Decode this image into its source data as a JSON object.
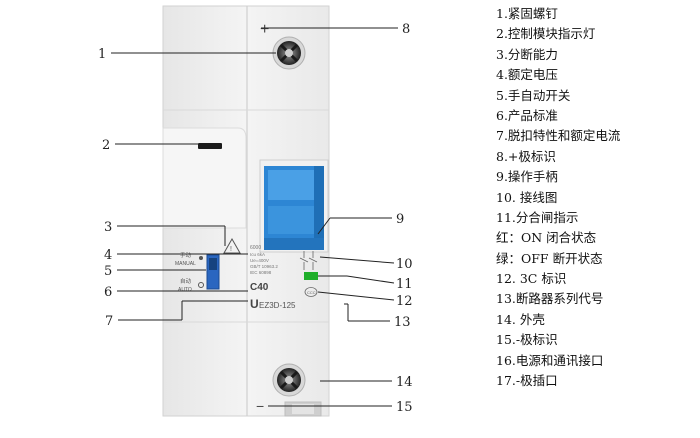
{
  "callouts": [
    "1",
    "2",
    "3",
    "4",
    "5",
    "6",
    "7",
    "8",
    "9",
    "10",
    "11",
    "12",
    "13",
    "14",
    "15"
  ],
  "legend": [
    "1.紧固螺钉",
    "2.控制模块指示灯",
    "3.分断能力",
    "4.额定电压",
    "5.手自动开关",
    "6.产品标准",
    "7.脱扣特性和额定电流",
    "8.+极标识",
    "9.操作手柄",
    "10. 接线图",
    "11.分合闸指示",
    "红：ON  闭合状态",
    "绿：OFF  断开状态",
    "12. 3C 标识",
    "13.断路器系列代号",
    "14.  外壳",
    "15.-极标识",
    "16.电源和通讯接口",
    "17.-极插口"
  ],
  "device": {
    "plus_mark": "+",
    "minus_mark": "−",
    "switch_top": "手动",
    "switch_top_en": "MANUAL",
    "switch_bottom": "自动",
    "switch_bottom_en": "AUTO",
    "capacity": "6000",
    "spec_lines": [
      "Icu 6kA",
      "Ue=400V",
      "GB/T 10963.2",
      "IEC 60898"
    ],
    "rating": "C40",
    "series_prefix": "U",
    "series_code": "EZ3D-125",
    "ccc": "CCC"
  },
  "colors": {
    "handle_blue": "#2d86d4",
    "handle_light": "#4aa0e6",
    "indicator_green": "#1fae2a",
    "housing": "#efefef",
    "switch_blue": "#2a66c0"
  }
}
